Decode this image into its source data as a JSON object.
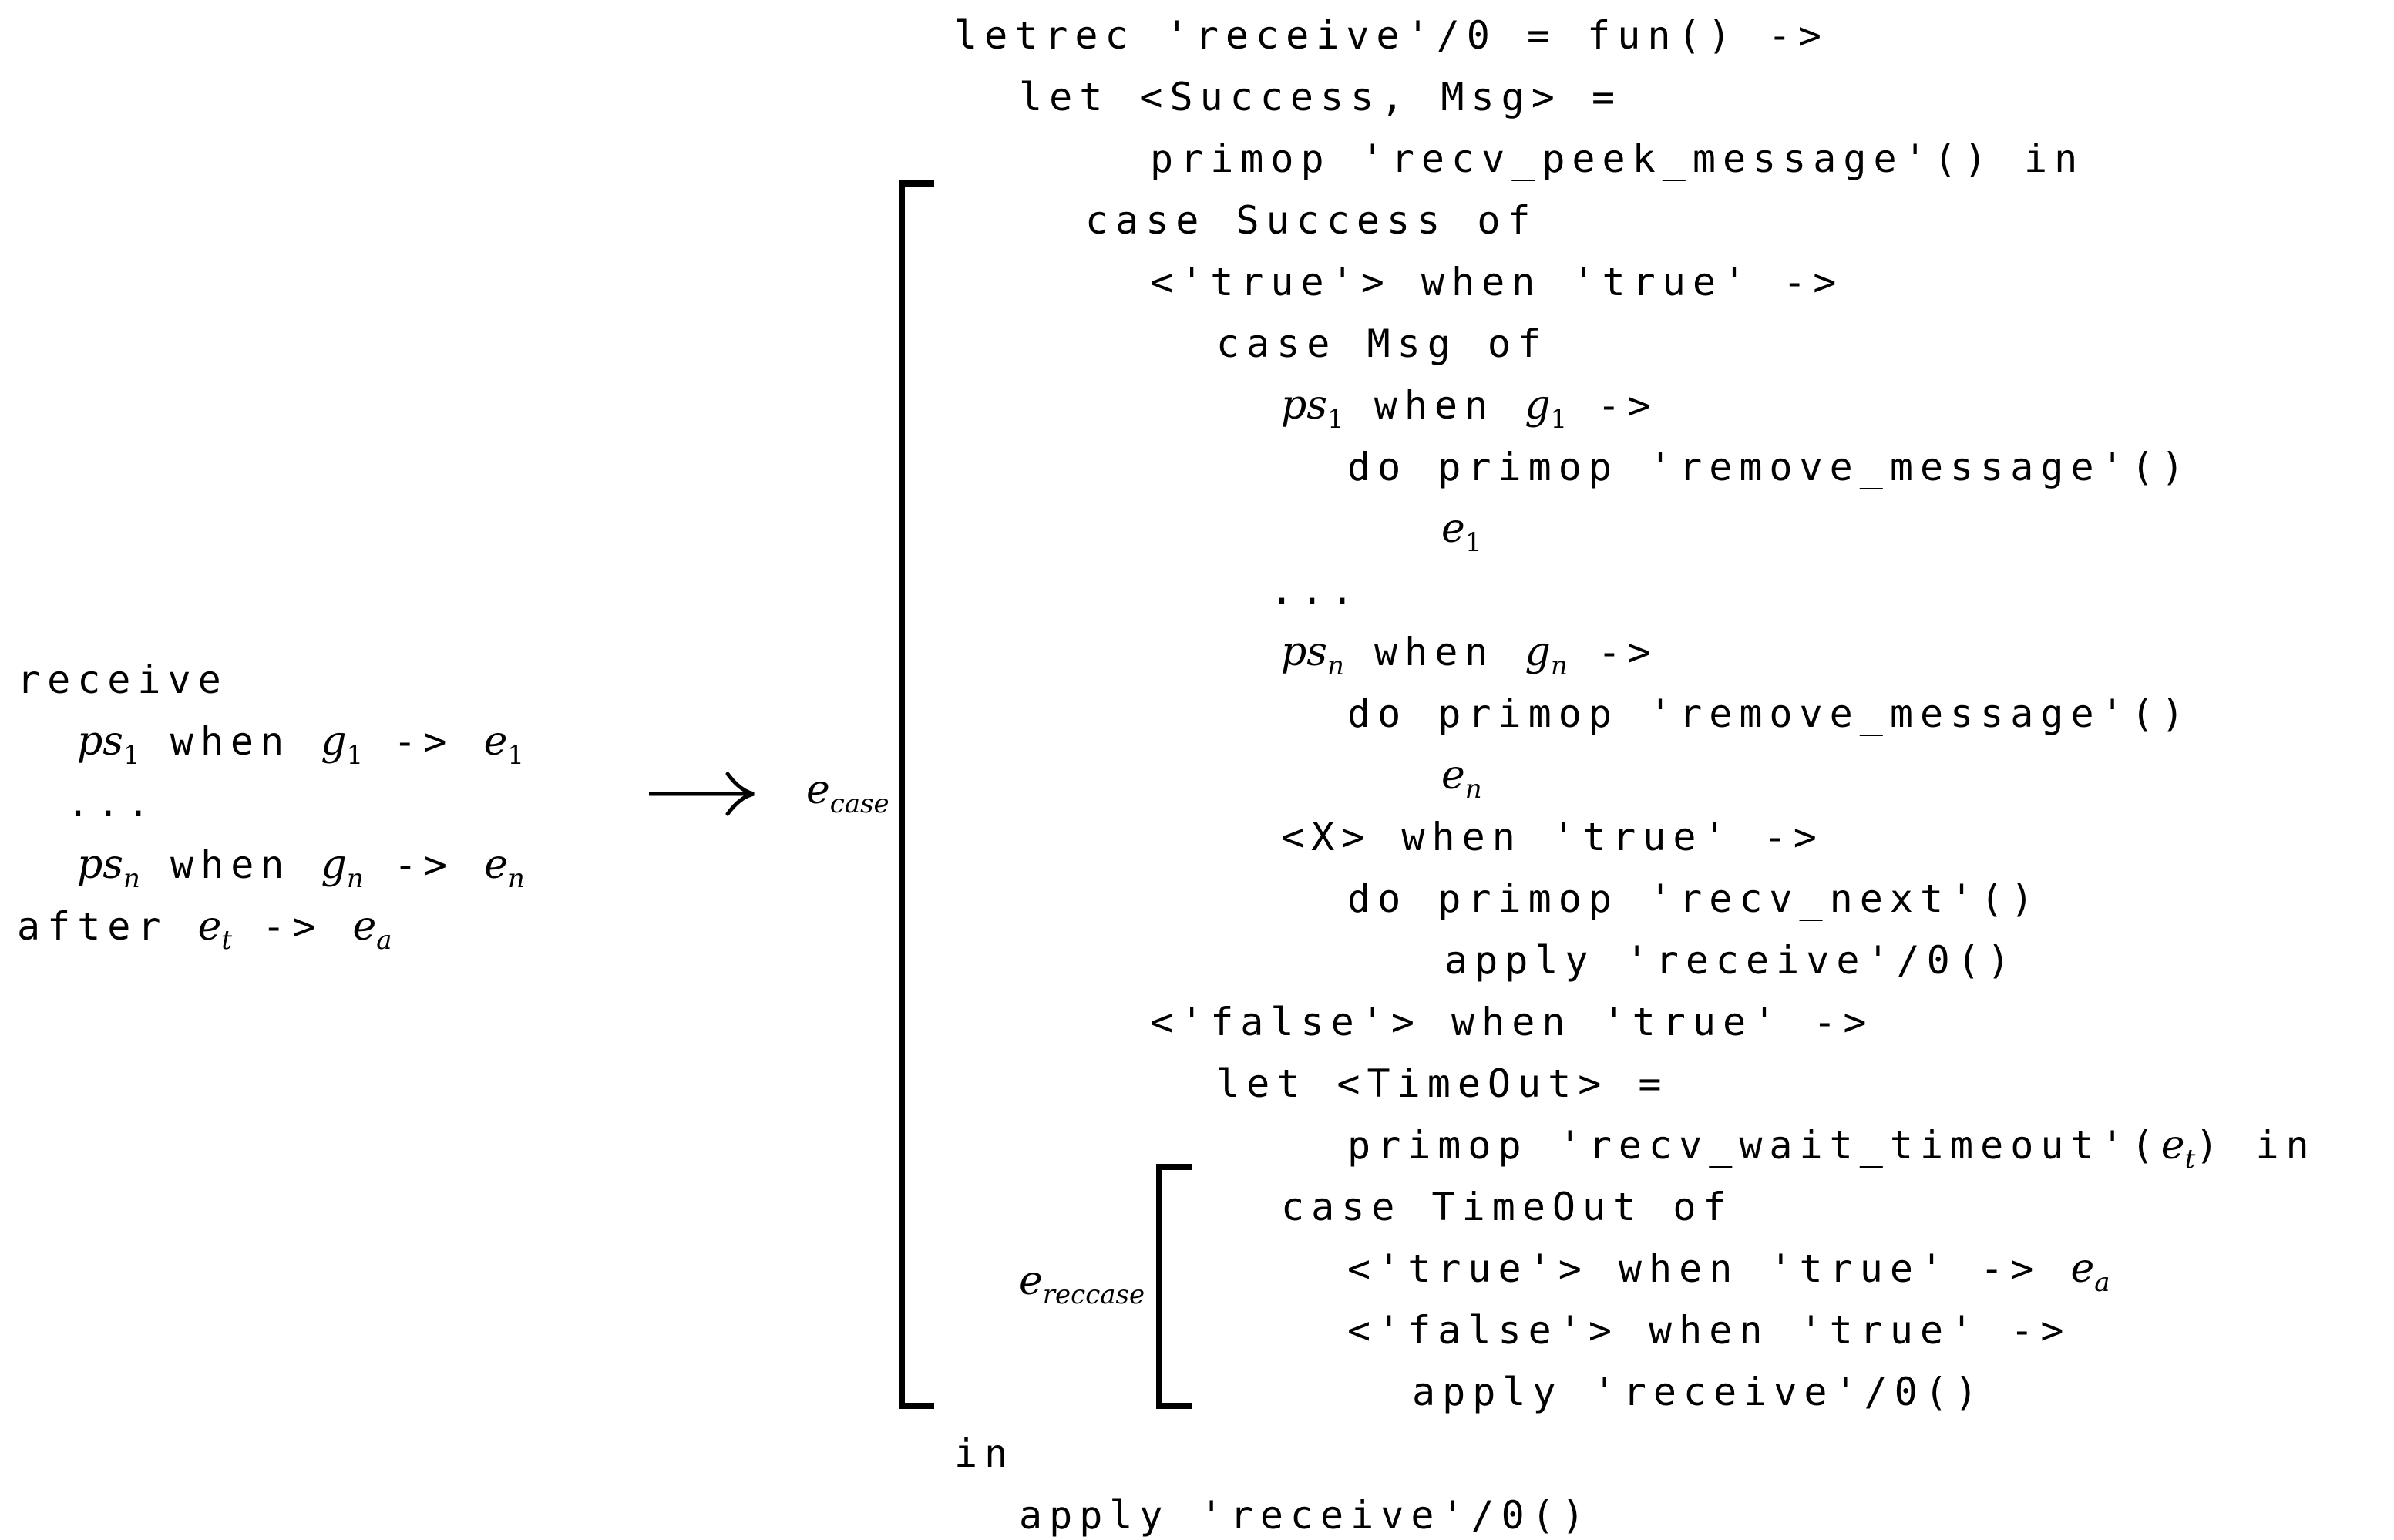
{
  "left_code": {
    "line1": "receive",
    "line2": {
      "ps": "ps",
      "ps_sub": "1",
      "when": " when ",
      "g": "g",
      "g_sub": "1",
      "arrow": " -> ",
      "e": "e",
      "e_sub": "1"
    },
    "line3": "...",
    "line4": {
      "ps": "ps",
      "ps_sub": "n",
      "when": " when ",
      "g": "g",
      "g_sub": "n",
      "arrow": " -> ",
      "e": "e",
      "e_sub": "n"
    },
    "line5": {
      "kw": "after ",
      "et": "e",
      "et_sub": "t",
      "arrow": " -> ",
      "ea": "e",
      "ea_sub": "a"
    }
  },
  "labels": {
    "ecase": {
      "e": "e",
      "sub": "case"
    },
    "ereccase": {
      "e": "e",
      "sub": "reccase"
    }
  },
  "right_code": {
    "r1": "letrec 'receive'/0 = fun() ->",
    "r2": "let <Success, Msg> =",
    "r3": "primop 'recv_peek_message'() in",
    "r4": "case Success of",
    "r5": "<'true'> when 'true' ->",
    "r6": "case Msg of",
    "r7": {
      "ps": "ps",
      "ps_sub": "1",
      "when": " when ",
      "g": "g",
      "g_sub": "1",
      "arrow": " ->"
    },
    "r8": "do primop 'remove_message'()",
    "r9": {
      "e": "e",
      "e_sub": "1"
    },
    "r10": "...",
    "r11": {
      "ps": "ps",
      "ps_sub": "n",
      "when": " when ",
      "g": "g",
      "g_sub": "n",
      "arrow": " ->"
    },
    "r12": "do primop 'remove_message'()",
    "r13": {
      "e": "e",
      "e_sub": "n"
    },
    "r14": "<X> when 'true' ->",
    "r15": "do primop 'recv_next'()",
    "r16": "apply 'receive'/0()",
    "r17": "<'false'> when 'true' ->",
    "r18": "let <TimeOut> =",
    "r19": {
      "pre": "primop 'recv_wait_timeout'(",
      "e": "e",
      "e_sub": "t",
      "post": ") in"
    },
    "r20": "case TimeOut of",
    "r21": {
      "pre": "<'true'> when 'true' -> ",
      "e": "e",
      "e_sub": "a"
    },
    "r22": "<'false'> when 'true' ->",
    "r23": "apply 'receive'/0()",
    "r24": "in",
    "r25": "apply 'receive'/0()"
  }
}
